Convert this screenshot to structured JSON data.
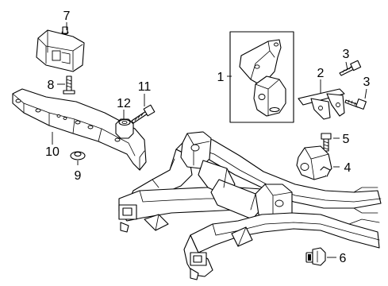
{
  "callouts": [
    "1",
    "2",
    "3",
    "3",
    "4",
    "5",
    "6",
    "7",
    "8",
    "9",
    "10",
    "11",
    "12"
  ]
}
